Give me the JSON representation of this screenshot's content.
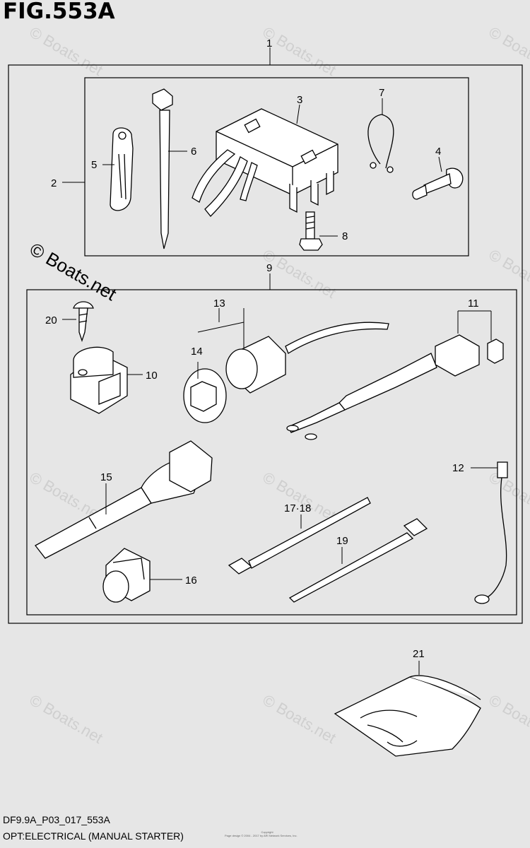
{
  "figure": {
    "title": "FIG.553A",
    "code": "DF9.9A_P03_017_553A",
    "description": "OPT:ELECTRICAL (MANUAL STARTER)",
    "copyright_line1": "Copyright",
    "copyright_line2": "Page design © 2004 - 2017 by ARI Network Services, Inc."
  },
  "watermark": {
    "text": "© Boats.net",
    "color": "#cfcfcf"
  },
  "callouts": {
    "c1": "1",
    "c2": "2",
    "c3": "3",
    "c4": "4",
    "c5": "5",
    "c6": "6",
    "c7": "7",
    "c8": "8",
    "c9": "9",
    "c10": "10",
    "c11": "11",
    "c12": "12",
    "c13": "13",
    "c14": "14",
    "c15": "15",
    "c16": "16",
    "c17_18": "17·18",
    "c19": "19",
    "c20": "20",
    "c21": "21"
  },
  "colors": {
    "background": "#e6e6e6",
    "line": "#000000",
    "part_fill": "#ffffff"
  },
  "parts_icons": [
    "cable-grommet-icon",
    "cable-tie-icon",
    "rectifier-regulator-icon",
    "terminal-bolt-icon",
    "wire-clip-icon",
    "bolt-icon",
    "cable-clamp-icon",
    "wiring-harness-icon",
    "coupler-icon",
    "ground-wire-icon",
    "boot-icon",
    "protector-icon",
    "cable-tie-icon",
    "screw-icon",
    "parts-bag-icon"
  ]
}
